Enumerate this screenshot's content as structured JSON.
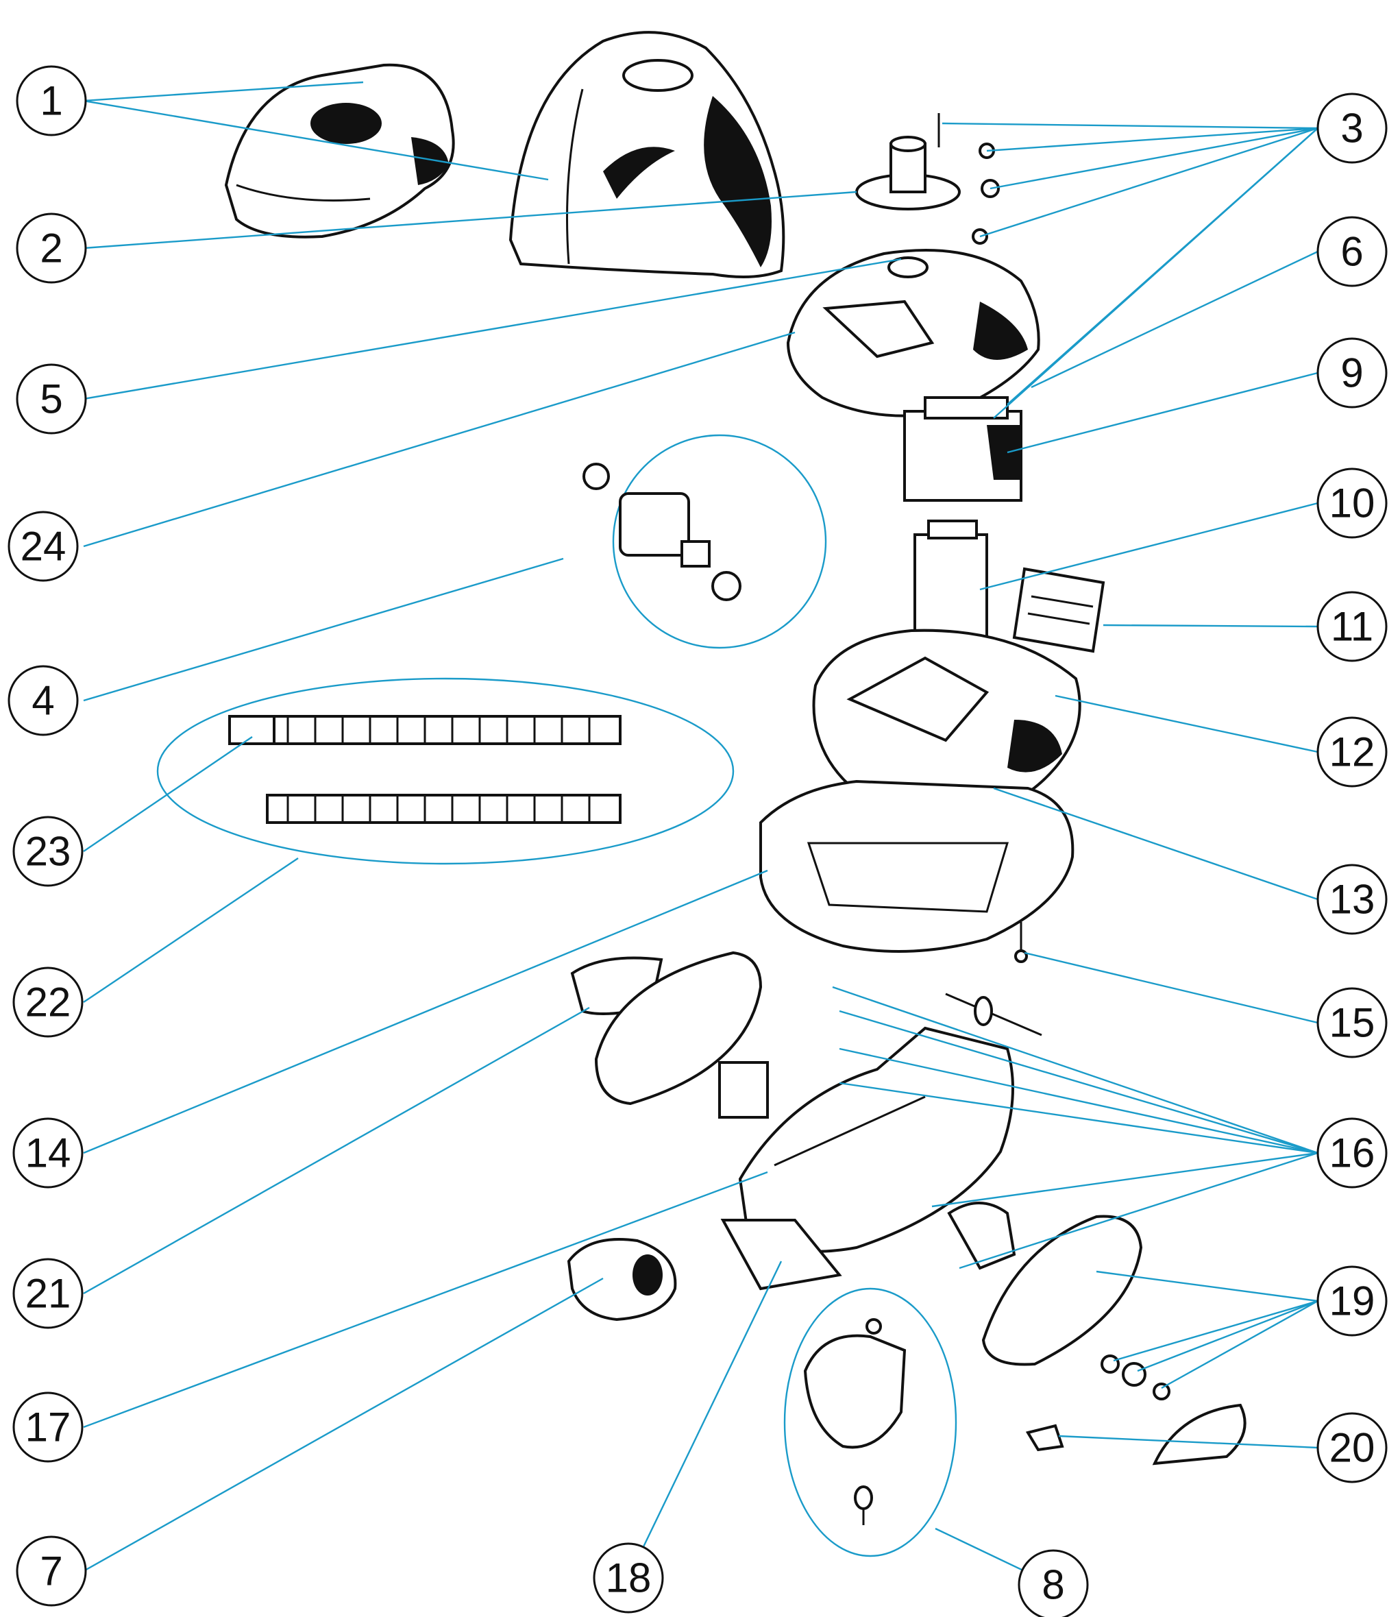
{
  "accent_color": "#1a9bc9",
  "callouts": [
    {
      "id": "1",
      "label": "1"
    },
    {
      "id": "2",
      "label": "2"
    },
    {
      "id": "3",
      "label": "3"
    },
    {
      "id": "4",
      "label": "4"
    },
    {
      "id": "5",
      "label": "5"
    },
    {
      "id": "6",
      "label": "6"
    },
    {
      "id": "7",
      "label": "7"
    },
    {
      "id": "8",
      "label": "8"
    },
    {
      "id": "9",
      "label": "9"
    },
    {
      "id": "10",
      "label": "10"
    },
    {
      "id": "11",
      "label": "11"
    },
    {
      "id": "12",
      "label": "12"
    },
    {
      "id": "13",
      "label": "13"
    },
    {
      "id": "14",
      "label": "14"
    },
    {
      "id": "15",
      "label": "15"
    },
    {
      "id": "16",
      "label": "16"
    },
    {
      "id": "17",
      "label": "17"
    },
    {
      "id": "18",
      "label": "18"
    },
    {
      "id": "19",
      "label": "19"
    },
    {
      "id": "20",
      "label": "20"
    },
    {
      "id": "21",
      "label": "21"
    },
    {
      "id": "22",
      "label": "22"
    },
    {
      "id": "23",
      "label": "23"
    },
    {
      "id": "24",
      "label": "24"
    }
  ]
}
